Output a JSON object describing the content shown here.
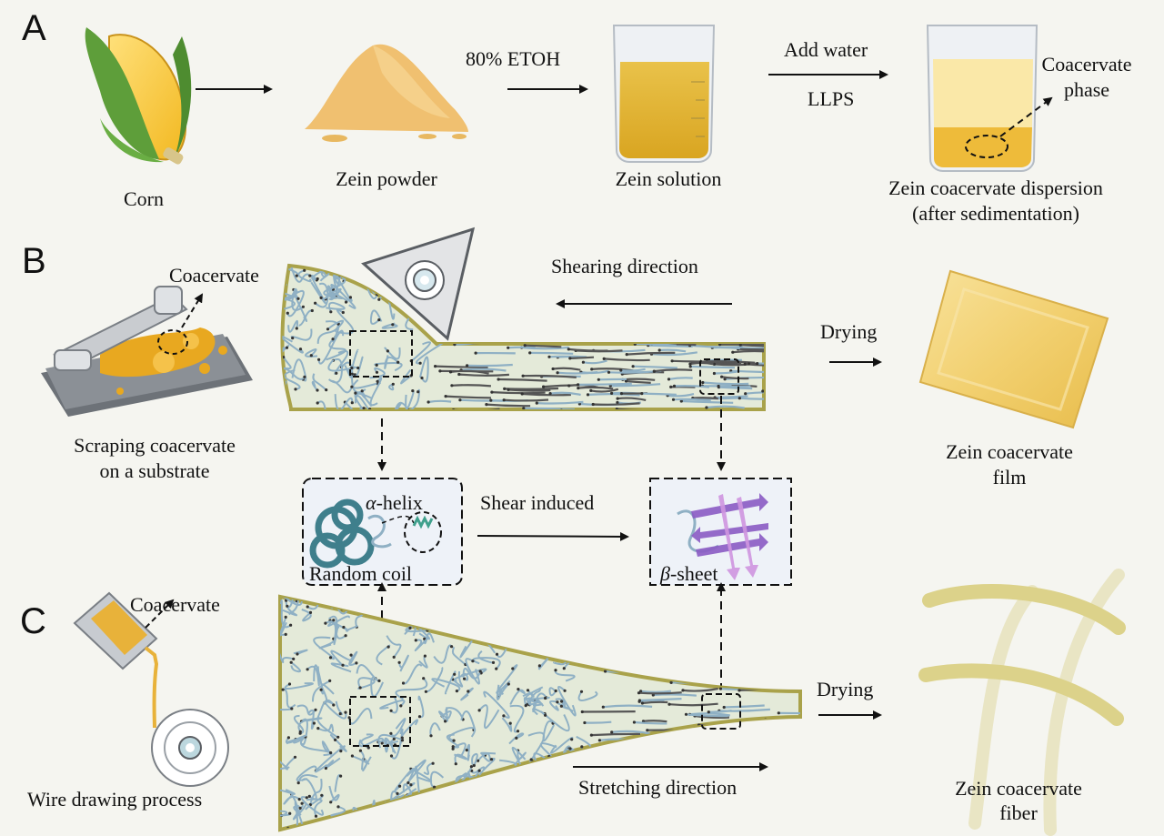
{
  "panels": {
    "a": "A",
    "b": "B",
    "c": "C"
  },
  "row_a": {
    "corn": "Corn",
    "zein_powder": "Zein powder",
    "solvent": "80% ETOH",
    "zein_solution": "Zein solution",
    "add_water": "Add water",
    "llps": "LLPS",
    "coacervate_phase_1": "Coacervate",
    "coacervate_phase_2": "phase",
    "dispersion_1": "Zein coacervate dispersion",
    "dispersion_2": "(after sedimentation)"
  },
  "row_b": {
    "coacervate": "Coacervate",
    "scraping_1": "Scraping coacervate",
    "scraping_2": "on a substrate",
    "shearing_direction": "Shearing direction",
    "drying": "Drying",
    "film_1": "Zein coacervate",
    "film_2": "film"
  },
  "middle": {
    "alpha_symbol": "α",
    "alpha_suffix": "-helix",
    "random_coil": "Random coil",
    "shear_induced": "Shear induced",
    "beta_symbol": "β",
    "beta_suffix": "-sheet"
  },
  "row_c": {
    "coacervate": "Coacervate",
    "wire_drawing": "Wire drawing process",
    "stretching_direction": "Stretching direction",
    "drying": "Drying",
    "fiber_1": "Zein coacervate",
    "fiber_2": "fiber"
  },
  "colors": {
    "background": "#f5f5f0",
    "gel_fill": "#e4ead9",
    "gel_border": "#a9a24a",
    "chain_blue": "#8fb0c4",
    "chain_dark": "#555555",
    "coacervate_gold": "#e8a820",
    "helix_teal": "#3f7f8c",
    "sheet_purple": "#8b5cc4",
    "fiber_yellow": "#dcd28a"
  }
}
